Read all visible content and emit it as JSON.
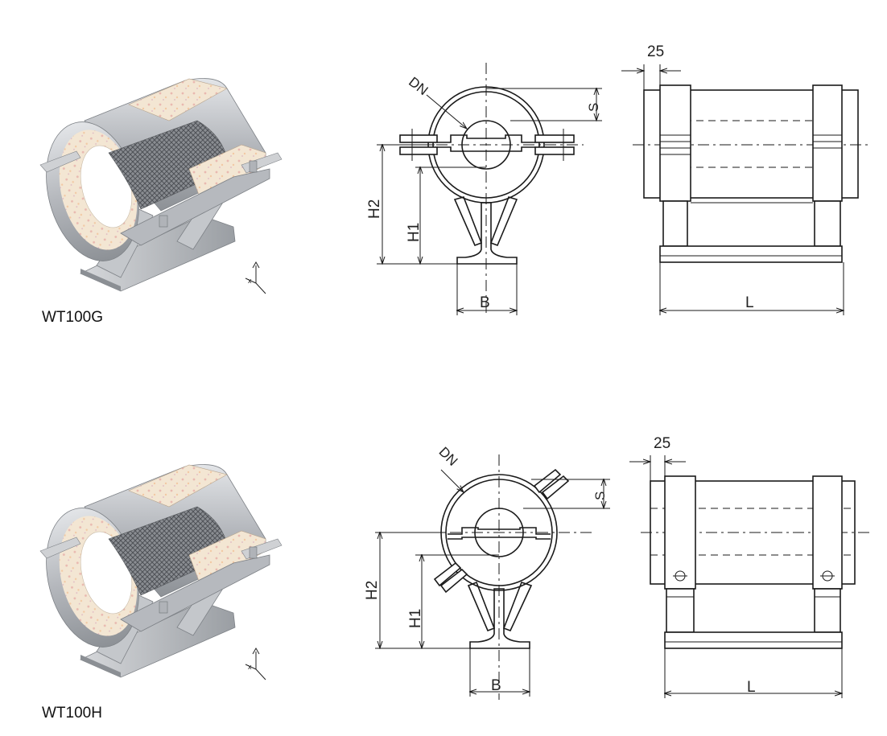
{
  "models": [
    {
      "id": "top",
      "name": "WT100G",
      "dims": {
        "dn": "DN",
        "s": "S",
        "h1": "H1",
        "h2": "H2",
        "b": "B",
        "l": "L",
        "gap": "25"
      }
    },
    {
      "id": "bottom",
      "name": "WT100H",
      "dims": {
        "dn": "DN",
        "s": "S",
        "h1": "H1",
        "h2": "H2",
        "b": "B",
        "l": "L",
        "gap": "25"
      }
    }
  ],
  "colors": {
    "steel": "#b9bcc0",
    "steel_dark": "#8c9096",
    "insulation": "#f1e3d0",
    "mesh": "#6f7277"
  }
}
